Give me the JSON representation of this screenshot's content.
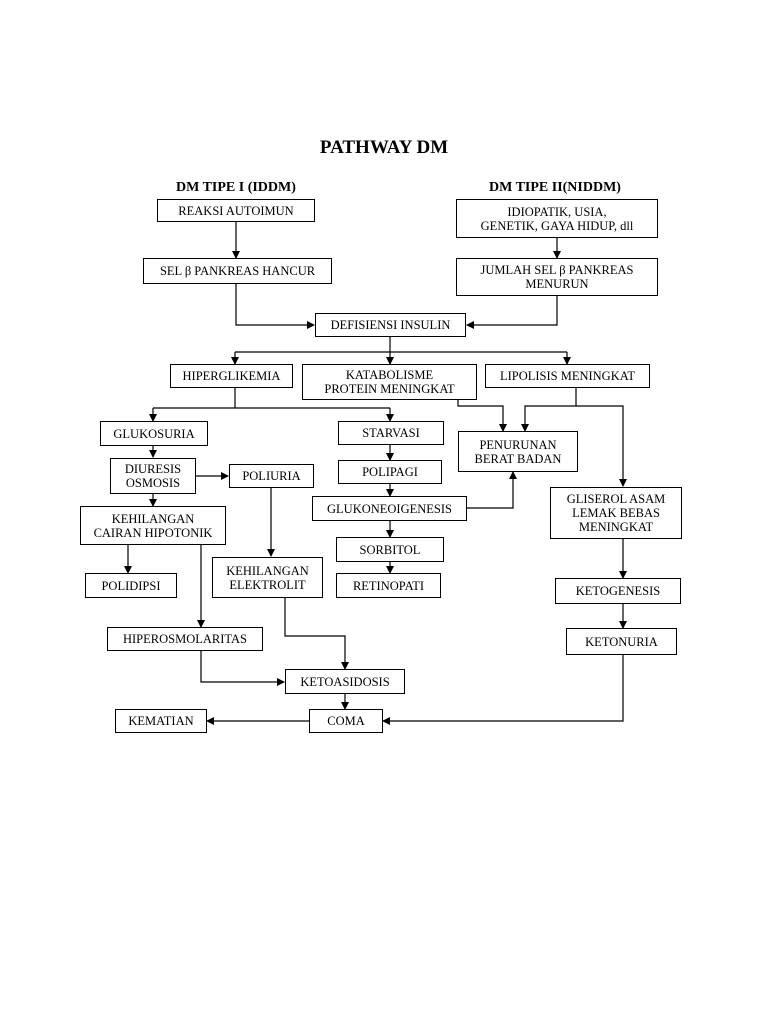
{
  "title": "PATHWAY DM",
  "left_heading": "DM TIPE I (IDDM)",
  "right_heading": "DM TIPE II(NIDDM)",
  "nodes": {
    "reaksi_autoimun": "REAKSI AUTOIMUN",
    "idiopatik": "IDIOPATIK, USIA,\nGENETIK, GAYA HIDUP, dll",
    "sel_pankreas_hancur": "SEL β PANKREAS HANCUR",
    "jumlah_sel_menurun": "JUMLAH SEL β PANKREAS\nMENURUN",
    "defisiensi_insulin": "DEFISIENSI INSULIN",
    "hiperglikemia": "HIPERGLIKEMIA",
    "katabolisme": "KATABOLISME\nPROTEIN MENINGKAT",
    "lipolisis": "LIPOLISIS MENINGKAT",
    "glukosuria": "GLUKOSURIA",
    "starvasi": "STARVASI",
    "penurunan_bb": "PENURUNAN\nBERAT BADAN",
    "diuresis": "DIURESIS\nOSMOSIS",
    "poliuria": "POLIURIA",
    "polipagi": "POLIPAGI",
    "kehilangan_cairan": "KEHILANGAN\nCAIRAN HIPOTONIK",
    "glukoneogenesis": "GLUKONEOIGENESIS",
    "gliserol": "GLISEROL ASAM\nLEMAK BEBAS\nMENINGKAT",
    "sorbitol": "SORBITOL",
    "kehilangan_elektrolit": "KEHILANGAN\nELEKTROLIT",
    "polidipsi": "POLIDIPSI",
    "retinopati": "RETINOPATI",
    "ketogenesis": "KETOGENESIS",
    "hiperosmolaritas": "HIPEROSMOLARITAS",
    "ketonuria": "KETONURIA",
    "ketoasidosis": "KETOASIDOSIS",
    "kematian": "KEMATIAN",
    "coma": "COMA"
  }
}
